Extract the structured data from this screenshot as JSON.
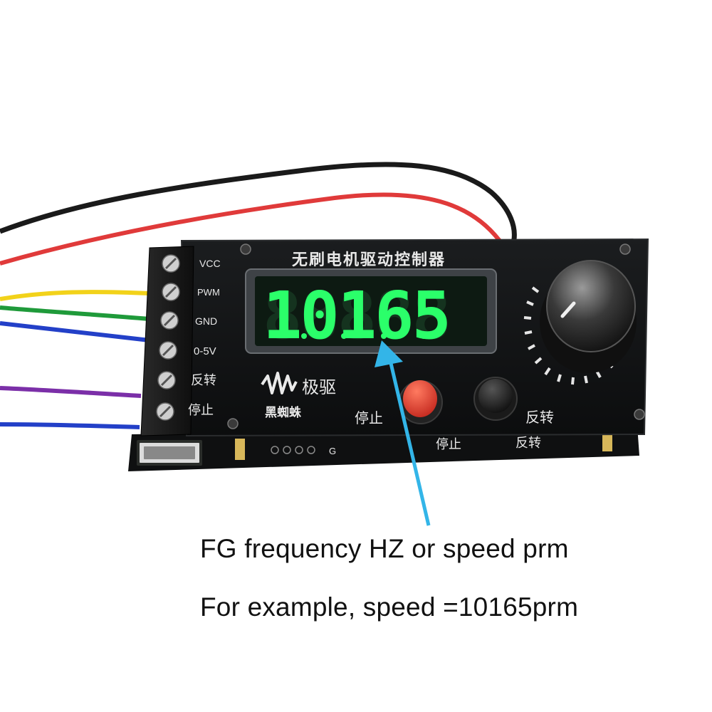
{
  "device": {
    "title": "无刷电机驱动控制器",
    "display_value": "10165",
    "display_color": "#2bff6a",
    "terminal_labels": [
      "VCC",
      "PWM",
      "GND",
      "0-5V",
      "反转",
      "停止"
    ],
    "brand": {
      "logo_icon": "waveform-icon",
      "name": "极驱",
      "subtext": "黑蜘蛛"
    },
    "buttons": {
      "stop_label": "停止",
      "reverse_label": "反转",
      "stop_color": "#e0352a",
      "reverse_color": "#111111"
    },
    "lower_board_labels": {
      "stop": "停止",
      "reverse": "反转",
      "g": "G"
    },
    "wire_colors": {
      "black": "#1a1a1a",
      "red": "#e03a3a",
      "yellow": "#f2d21a",
      "green": "#1f9a3a",
      "blue": "#2340c8",
      "purple": "#7b2fa8"
    },
    "knob_icon": "rotary-knob-icon"
  },
  "annotation": {
    "arrow_color": "#33b5e8",
    "line_1": "FG frequency HZ or speed prm",
    "line_2": "For example, speed =10165prm"
  }
}
